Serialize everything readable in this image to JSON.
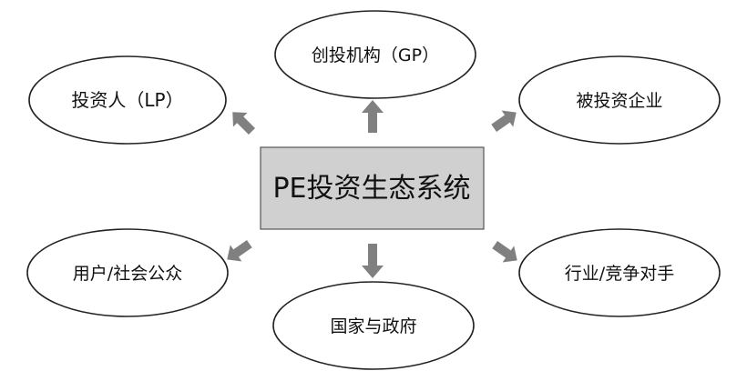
{
  "center": {
    "label": "PE投资生态系统"
  },
  "nodes": {
    "gp": "创投机构（GP）",
    "lp": "投资人（LP）",
    "invested": "被投资企业",
    "public": "用户/社会公众",
    "government": "国家与政府",
    "industry": "行业/竞争对手"
  },
  "colors": {
    "center_fill": "#d0d0d0",
    "arrow": "#808080",
    "ellipse_stroke": "#222222"
  }
}
